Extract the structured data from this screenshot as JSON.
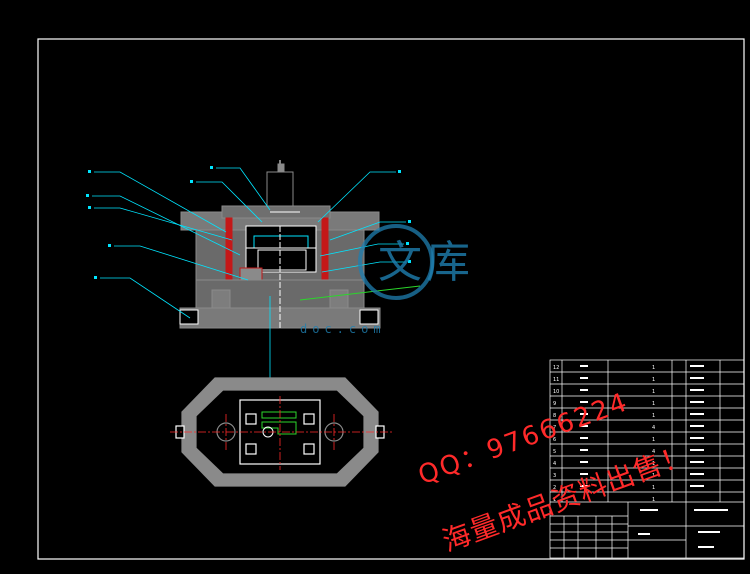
{
  "drawing": {
    "frame_color": "#ffffff",
    "part_color": "#8a8a8a",
    "leader_color": "#00e5ff",
    "center_line_color": "#ff2a2a",
    "green_line_color": "#2bd62b"
  },
  "watermark": {
    "logo_text": "文库",
    "url_text": "doc.com",
    "qq_text": "QQ：97666224",
    "sale_text": "海量成品资料出售！",
    "color": "#ff2a2a",
    "logo_color": "#1f7fb0"
  },
  "title_block": {
    "rows": [
      {
        "num": "12",
        "qty": "1"
      },
      {
        "num": "11",
        "qty": "1"
      },
      {
        "num": "10",
        "qty": "1"
      },
      {
        "num": "9",
        "qty": "1"
      },
      {
        "num": "8",
        "qty": "1"
      },
      {
        "num": "7",
        "qty": "4"
      },
      {
        "num": "6",
        "qty": "1"
      },
      {
        "num": "5",
        "qty": "4"
      },
      {
        "num": "4",
        "qty": "1"
      },
      {
        "num": "3",
        "qty": "1"
      },
      {
        "num": "2",
        "qty": "1"
      },
      {
        "num": "1",
        "qty": "1"
      }
    ]
  }
}
